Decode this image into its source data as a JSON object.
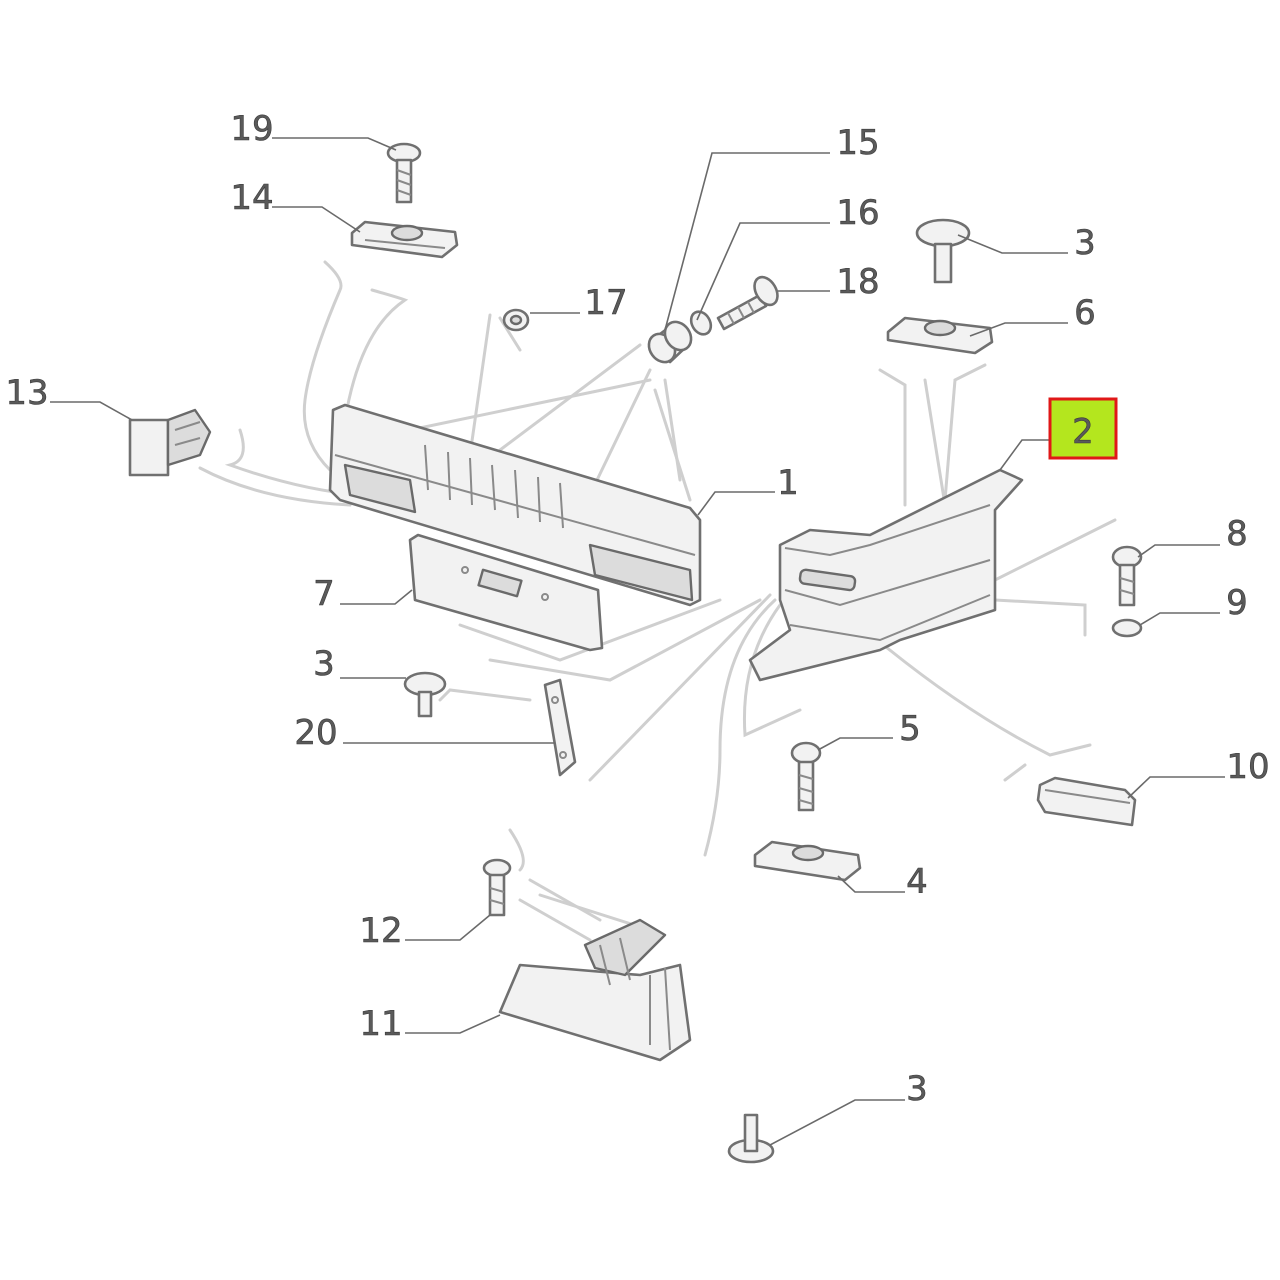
{
  "diagram": {
    "highlight": {
      "color": "#b4e61e",
      "border": "#e01818",
      "label": "2"
    },
    "callouts": [
      {
        "id": "c19",
        "label": "19"
      },
      {
        "id": "c14",
        "label": "14"
      },
      {
        "id": "c15",
        "label": "15"
      },
      {
        "id": "c16",
        "label": "16"
      },
      {
        "id": "c18",
        "label": "18"
      },
      {
        "id": "c17",
        "label": "17"
      },
      {
        "id": "c3a",
        "label": "3"
      },
      {
        "id": "c6",
        "label": "6"
      },
      {
        "id": "c13",
        "label": "13"
      },
      {
        "id": "c1",
        "label": "1"
      },
      {
        "id": "c8",
        "label": "8"
      },
      {
        "id": "c9",
        "label": "9"
      },
      {
        "id": "c7",
        "label": "7"
      },
      {
        "id": "c3b",
        "label": "3"
      },
      {
        "id": "c20",
        "label": "20"
      },
      {
        "id": "c5",
        "label": "5"
      },
      {
        "id": "c10",
        "label": "10"
      },
      {
        "id": "c4",
        "label": "4"
      },
      {
        "id": "c12",
        "label": "12"
      },
      {
        "id": "c11",
        "label": "11"
      },
      {
        "id": "c3c",
        "label": "3"
      }
    ]
  }
}
